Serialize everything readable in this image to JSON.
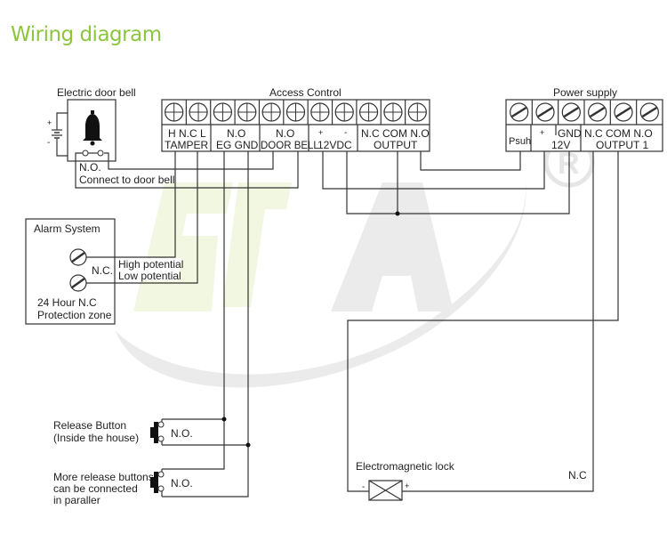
{
  "title": "Wiring diagram",
  "door_bell": {
    "label": "Electric door bell",
    "contact_label": "N.O.",
    "connect_note": "Connect to door bell",
    "battery_plus": "+",
    "battery_minus": "-"
  },
  "access_control": {
    "label": "Access Control",
    "groups": [
      {
        "top": "H N.C L",
        "bottom": "TAMPER"
      },
      {
        "top": "N.O",
        "bottom": "EG GND"
      },
      {
        "top": "N.O",
        "bottom": "DOOR BELL"
      },
      {
        "top_left": "+",
        "top_right": "-",
        "bottom": "12VDC"
      },
      {
        "top": "N.C COM N.O",
        "bottom": "OUTPUT"
      }
    ]
  },
  "power_supply": {
    "label": "Power supply",
    "psuh": "Psuh",
    "plus": "+",
    "gnd": "GND",
    "v12": "12V",
    "output_top": "N.C COM N.O",
    "output_bottom": "OUTPUT 1"
  },
  "alarm": {
    "label": "Alarm System",
    "nc": "N.C.",
    "high": "High potential",
    "low": "Low potential",
    "zone_line1": "24 Hour N.C",
    "zone_line2": "Protection zone"
  },
  "release_button": {
    "line1": "Release Button",
    "line2": "(Inside the house)",
    "contact": "N.O."
  },
  "more_buttons": {
    "line1": "More release buttons",
    "line2": "can be connected",
    "line3": "in paraller",
    "contact": "N.O."
  },
  "lock": {
    "label": "Electromagnetic lock",
    "minus": "-",
    "plus": "+",
    "nc": "N.C"
  },
  "colors": {
    "title": "#8cc63f",
    "watermark_green": "#f2f7e2",
    "watermark_gray": "#e9e9e9"
  }
}
